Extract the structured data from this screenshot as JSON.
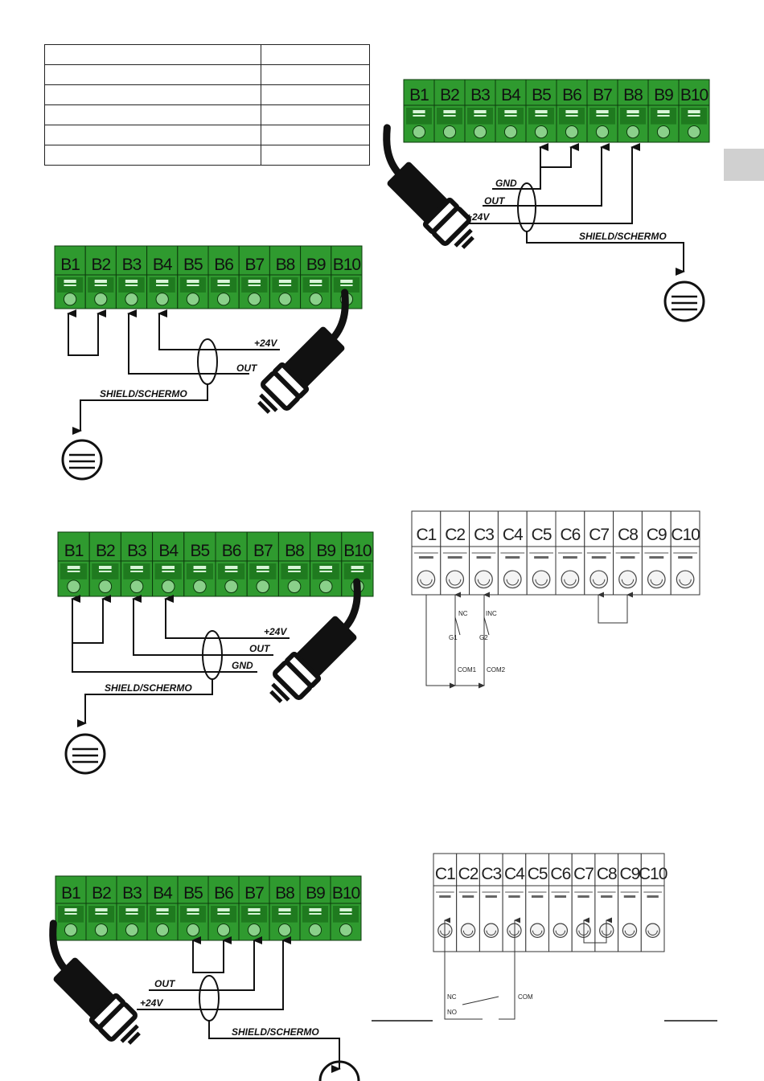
{
  "spec_table": {
    "rows": 6,
    "cols": 2
  },
  "terminal_blocks": {
    "B_labels": [
      "B1",
      "B2",
      "B3",
      "B4",
      "B5",
      "B6",
      "B7",
      "B8",
      "B9",
      "B10"
    ],
    "C_labels": [
      "C1",
      "C2",
      "C3",
      "C4",
      "C5",
      "C6",
      "C7",
      "C8",
      "C9",
      "C10"
    ]
  },
  "wires": {
    "v24": "+24V",
    "out": "OUT",
    "gnd": "GND",
    "shield": "SHIELD/SCHERMO"
  },
  "relay_labels": {
    "nc": "NC",
    "inc": "INC",
    "g1": "G1",
    "g2": "G2",
    "com1": "COM1",
    "com2": "COM2",
    "no": "NO",
    "com": "COM"
  },
  "colors": {
    "terminal_green": "#2f9a2f",
    "terminal_top": "#63d463",
    "screw": "#8ad08a",
    "line": "#111111",
    "tab_gray": "#d0d0d0"
  }
}
